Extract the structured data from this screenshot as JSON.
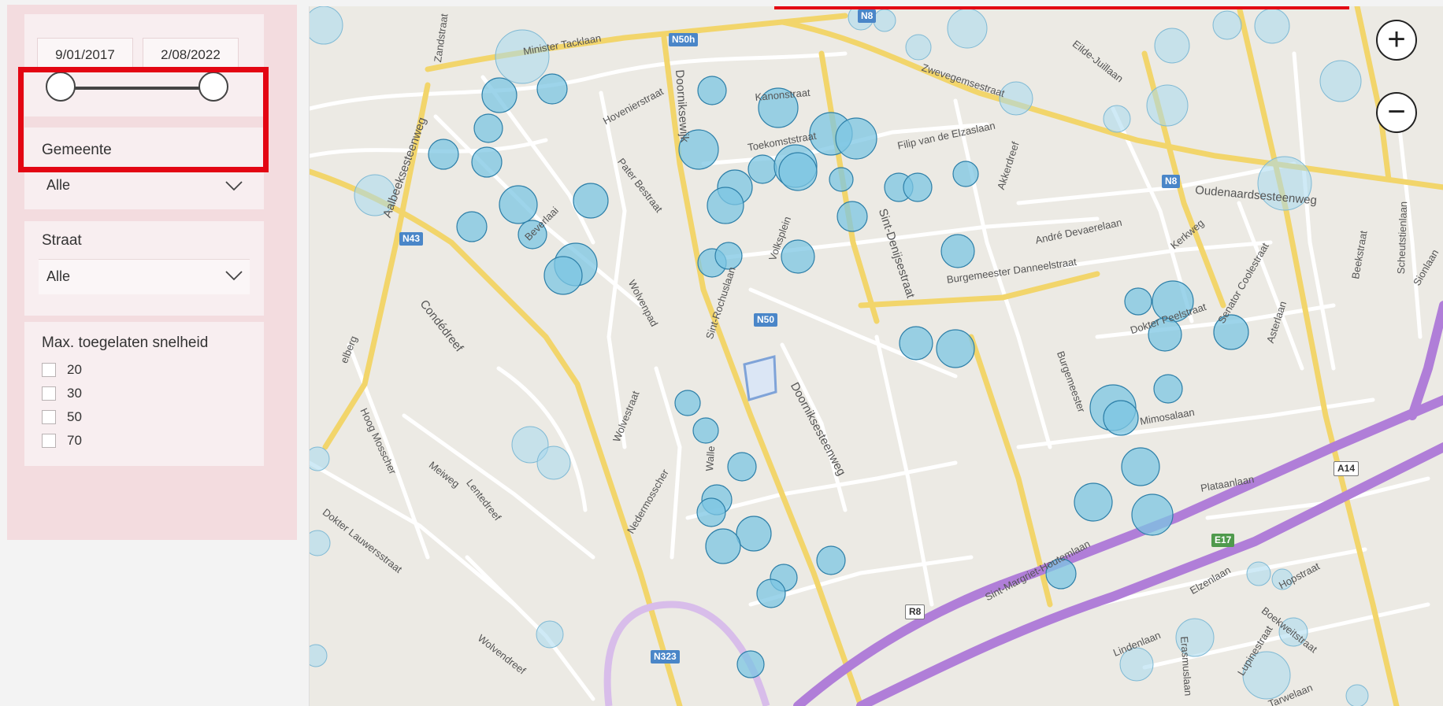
{
  "filters": {
    "date_range": {
      "start": "9/01/2017",
      "end": "2/08/2022"
    },
    "gemeente": {
      "title": "Gemeente",
      "selected": "Alle"
    },
    "straat": {
      "title": "Straat",
      "selected": "Alle"
    },
    "max_speed": {
      "title": "Max. toegelaten snelheid",
      "options": [
        "20",
        "30",
        "50",
        "70"
      ]
    }
  },
  "map": {
    "zoom_in_symbol": "+",
    "zoom_out_symbol": "−",
    "streets": [
      "Minister Tacklaan",
      "Zandstraat",
      "Zwevegemsestraat",
      "Kanonstraat",
      "Hovenierstraat",
      "Pater Bestraat",
      "Toekomststraat",
      "Filip van de Elzaslaan",
      "Akkerdreef",
      "Eilde-Juillaan",
      "Oudenaardsesteenweg",
      "Aalbeeksesteenweg",
      "Doorniksewijk",
      "Sint-Denijsestraat",
      "Burgemeester Danneelstraat",
      "André Devaerelaan",
      "Kerkweg",
      "Beverlaai",
      "Wolvenpad",
      "Condédreef",
      "Sint-Rochuslaan",
      "Volksplein",
      "Doorniksesteenweg",
      "Dokter Peelstraat",
      "Senator Coolestraat",
      "Asterlaan",
      "Beekstraat",
      "Scheutstienlaan",
      "Sionlaan",
      "Mimosalaan",
      "Plataanlaan",
      "Sint-Margriet-Houtemlaan",
      "Elzenlaan",
      "Hopstraat",
      "Boekweitstraat",
      "Lindenlaan",
      "Lupinestraat",
      "Tarwelaan",
      "Erasmuslaan",
      "Hoog Mosscher",
      "Meiweg",
      "Lentedreef",
      "Dokter Lauwersstraat",
      "Wolvendreef",
      "Wolvestraat",
      "Walle",
      "Nedermosscher",
      "Burgemeester"
    ],
    "road_shields": [
      "N8",
      "N50h",
      "N8",
      "N43",
      "N50",
      "A14",
      "E17",
      "R8",
      "N323"
    ],
    "colors": {
      "bubble_fill": "#7cc5e3",
      "bubble_stroke": "#2d7fa8",
      "highway": "#b07ed8",
      "main_road": "#f2d56b"
    }
  }
}
